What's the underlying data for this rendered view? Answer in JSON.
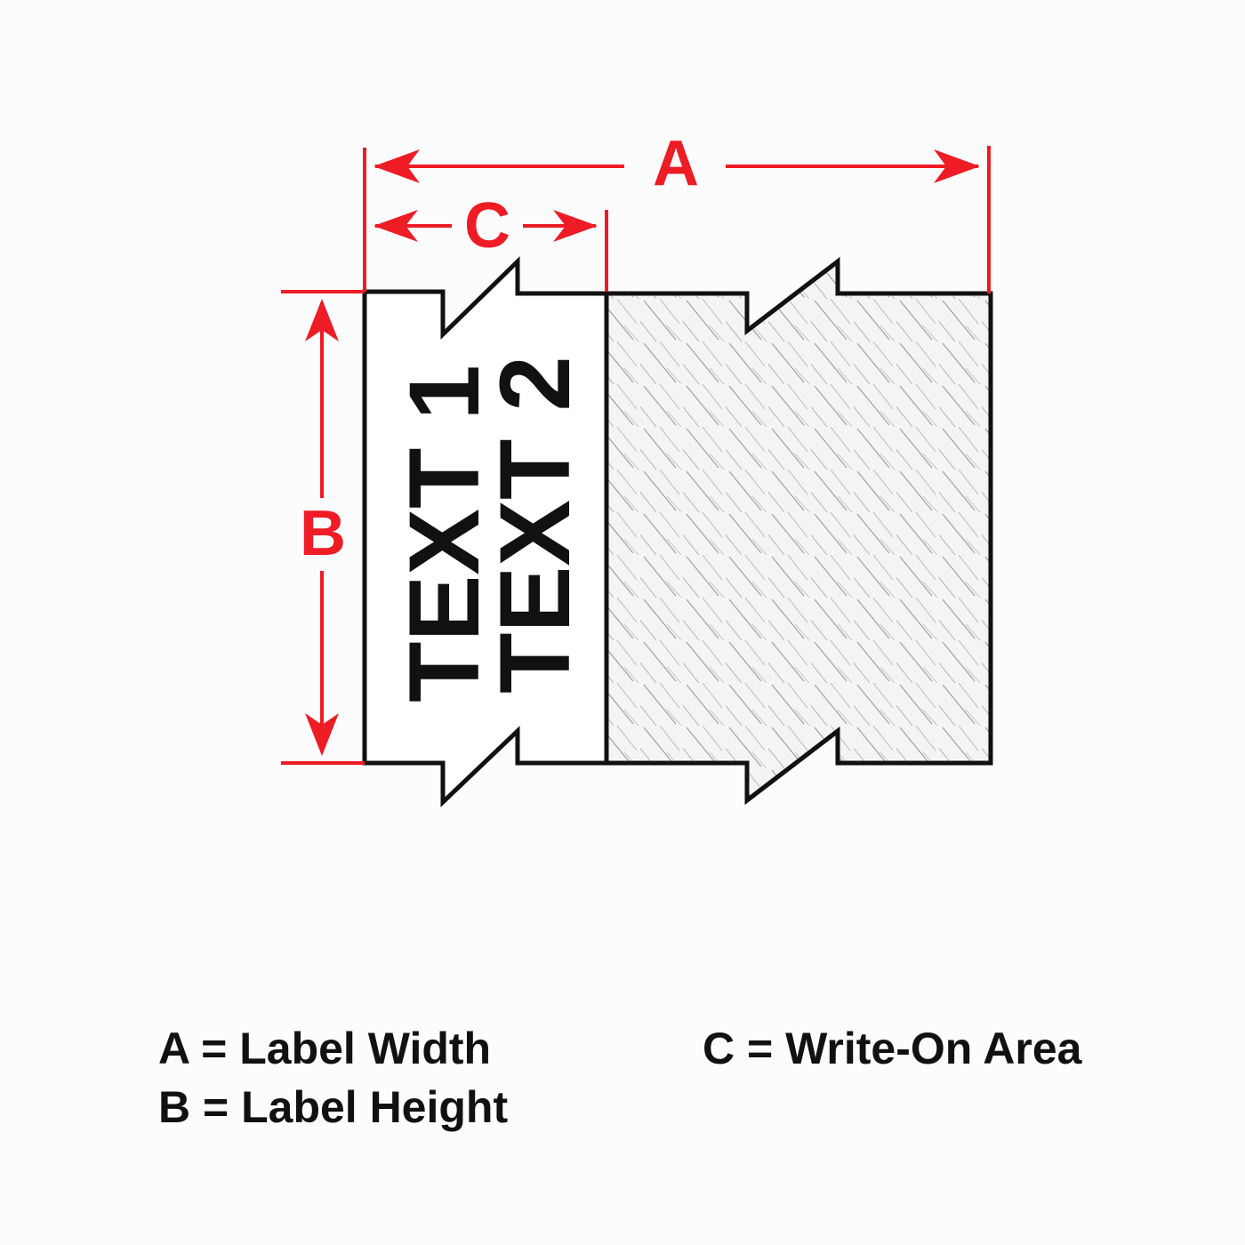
{
  "diagram": {
    "dimensions": {
      "a_letter": "A",
      "b_letter": "B",
      "c_letter": "C"
    },
    "label": {
      "line1": "TEXT 1",
      "line2": "TEXT 2"
    },
    "colors": {
      "dimension_red": "#ee1c25",
      "outline": "#111111",
      "hatch": "#9a9a9a",
      "background": "#fdfcfd"
    }
  },
  "legend": {
    "a_def": "A = Label Width",
    "b_def": "B = Label Height",
    "c_def": "C = Write-On Area"
  }
}
